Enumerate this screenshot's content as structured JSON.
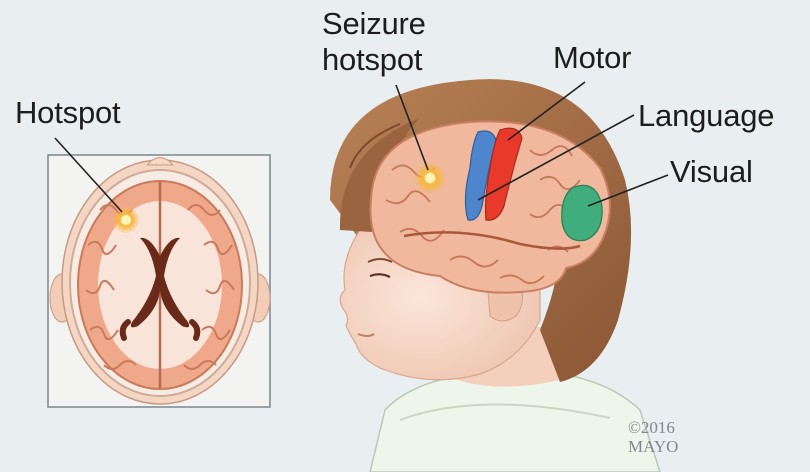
{
  "labels": {
    "hotspot": "Hotspot",
    "seizure_line1": "Seizure",
    "seizure_line2": "hotspot",
    "motor": "Motor",
    "language": "Language",
    "visual": "Visual"
  },
  "copyright": {
    "line1": "©2016",
    "line2": "MAYO"
  },
  "colors": {
    "background": "#e9eef0",
    "motor_region": "#e8392b",
    "language_region": "#4d86cc",
    "visual_region": "#3fae7c",
    "hotspot": "#f6b73c",
    "brain": "#f0b89c",
    "hair": "#a8714a",
    "skin": "#f7dccd"
  }
}
